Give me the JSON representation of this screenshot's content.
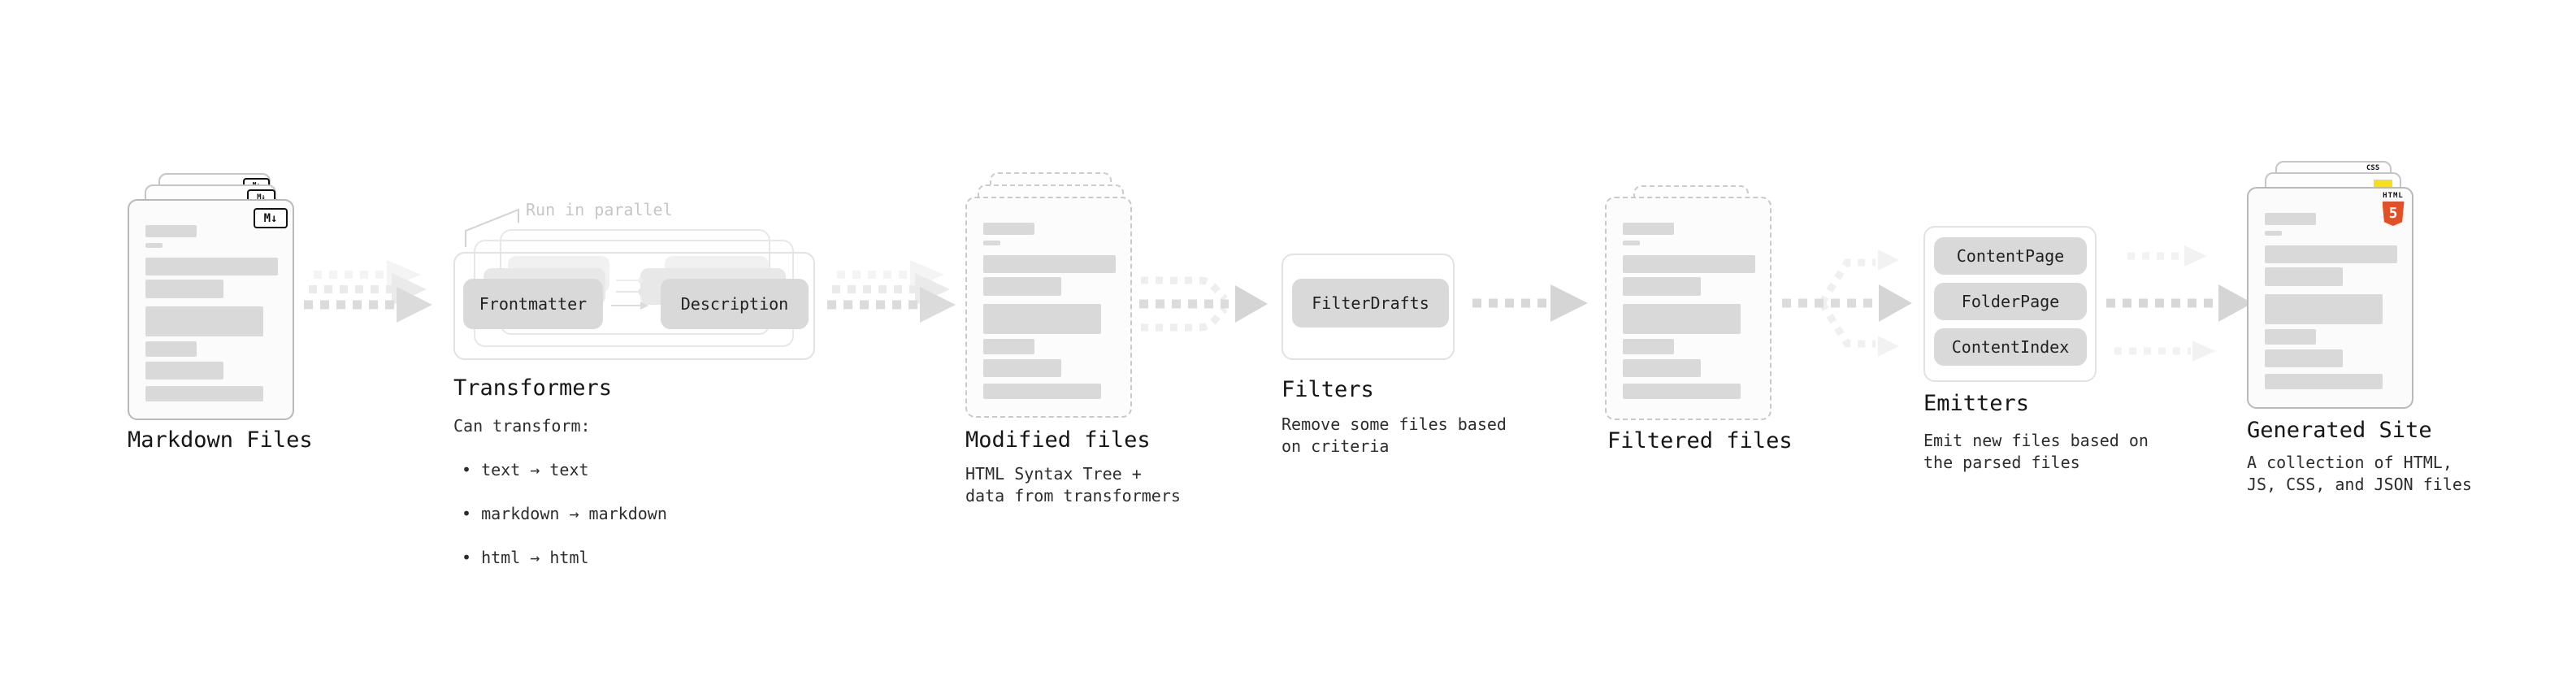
{
  "colors": {
    "html5_orange": "#e34f26",
    "js_yellow": "#f7df1e",
    "css_blue": "#2962ff"
  },
  "stages": {
    "markdown_files": {
      "label": "Markdown Files",
      "badge": "M↓"
    },
    "transformers": {
      "label": "Transformers",
      "annotation": "Run in parallel",
      "chip_left": "Frontmatter",
      "chip_right": "Description",
      "subtitle_heading": "Can transform:",
      "bullets": [
        "text → text",
        "markdown → markdown",
        "html → html"
      ]
    },
    "modified_files": {
      "label": "Modified files",
      "subtitle": "HTML Syntax Tree +\ndata from transformers"
    },
    "filters": {
      "label": "Filters",
      "chip": "FilterDrafts",
      "subtitle": "Remove some files based\non criteria"
    },
    "filtered_files": {
      "label": "Filtered files"
    },
    "emitters": {
      "label": "Emitters",
      "chips": [
        "ContentPage",
        "FolderPage",
        "ContentIndex"
      ],
      "subtitle": "Emit new files based on\nthe parsed files"
    },
    "generated_site": {
      "label": "Generated Site",
      "subtitle": "A collection of HTML,\nJS, CSS, and JSON files",
      "css_badge": "CSS",
      "html_badge": "HTML",
      "html5_numeral": "5"
    }
  }
}
